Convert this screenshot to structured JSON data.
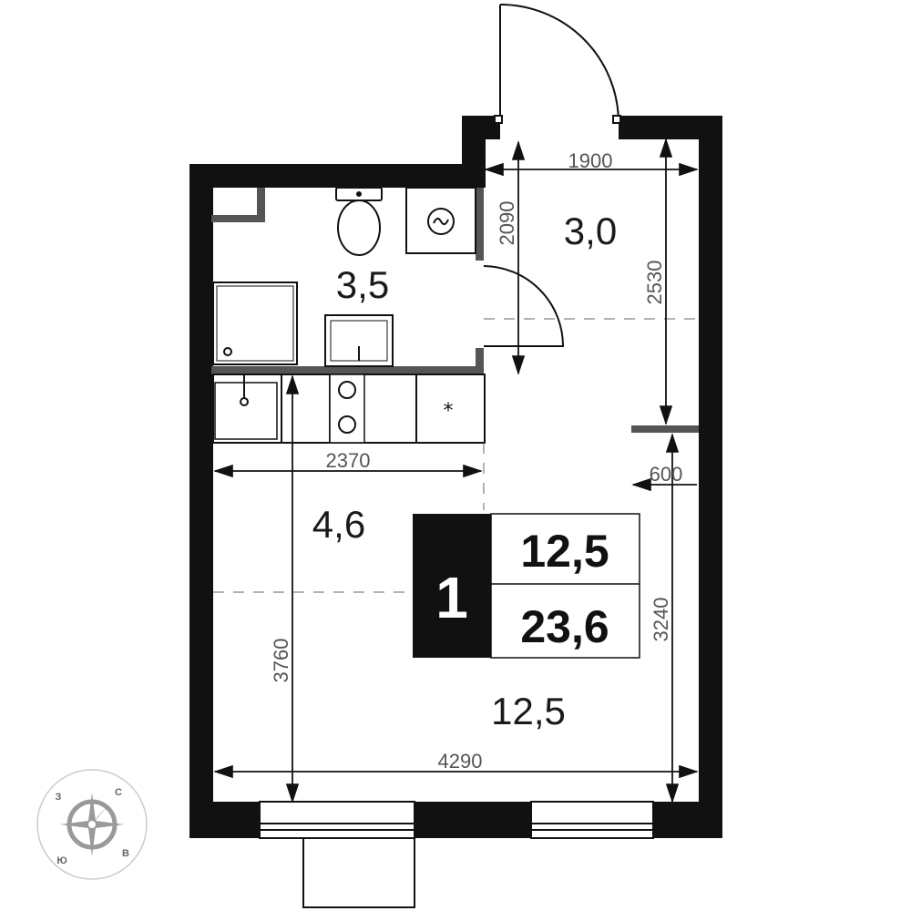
{
  "dimensions": {
    "vestibule_width": "1900",
    "bath_depth": "2090",
    "vestibule_depth": "2530",
    "kitchen_width": "2370",
    "balcony_step": "600",
    "room_depth_left": "3760",
    "room_depth_right": "3240",
    "total_width": "4290"
  },
  "areas": {
    "bathroom": "3,5",
    "vestibule": "3,0",
    "kitchen": "4,6",
    "living_room": "12,5"
  },
  "summary": {
    "rooms": "1",
    "living_area": "12,5",
    "total_area": "23,6"
  },
  "compass": {
    "west": "З",
    "north": "С",
    "south": "Ю",
    "east": "В"
  },
  "colors": {
    "wall": "#111111",
    "partition": "#555555",
    "dimension": "#555555",
    "compass": "#9a9a9a"
  }
}
